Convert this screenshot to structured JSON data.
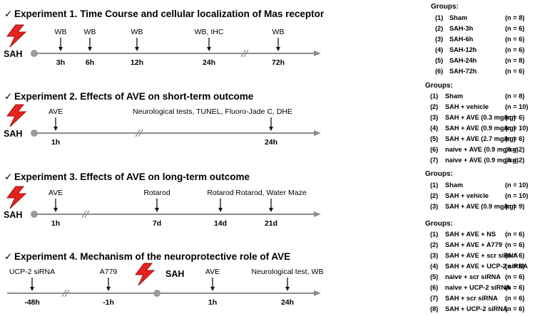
{
  "experiments": [
    {
      "title": "Experiment 1. Time Course and cellular localization of Mas receptor",
      "sah_label": "SAH",
      "timepoints": [
        {
          "label": "WB",
          "time": "3h"
        },
        {
          "label": "WB",
          "time": "6h"
        },
        {
          "label": "WB",
          "time": "12h"
        },
        {
          "label": "WB, IHC",
          "time": "24h"
        },
        {
          "label": "WB",
          "time": "72h"
        }
      ]
    },
    {
      "title": "Experiment 2. Effects of AVE on short-term outcome",
      "sah_label": "SAH",
      "timepoints": [
        {
          "label": "AVE",
          "time": "1h"
        },
        {
          "label": "Neurological tests, TUNEL, Fluoro-Jade C, DHE",
          "time": "24h"
        }
      ]
    },
    {
      "title": "Experiment 3. Effects of AVE on long-term outcome",
      "sah_label": "SAH",
      "timepoints": [
        {
          "label": "AVE",
          "time": "1h"
        },
        {
          "label": "Rotarod",
          "time": "7d"
        },
        {
          "label": "Rotarod",
          "time": "14d"
        },
        {
          "label": "Rotarod, Water Maze",
          "time": "21d"
        }
      ]
    },
    {
      "title": "Experiment 4. Mechanism of the neuroprotective role of AVE",
      "sah_label": "SAH",
      "timepoints": [
        {
          "label": "UCP-2 siRNA",
          "time": "-48h"
        },
        {
          "label": "A779",
          "time": "-1h"
        },
        {
          "label": "AVE",
          "time": "1h"
        },
        {
          "label": "Neurological test, WB",
          "time": "24h"
        }
      ]
    }
  ],
  "group_tables": [
    {
      "heading": "Groups:",
      "items": [
        {
          "num": "(1)",
          "name": "Sham",
          "n": "(n = 8)"
        },
        {
          "num": "(2)",
          "name": "SAH-3h",
          "n": "(n = 6)"
        },
        {
          "num": "(3)",
          "name": "SAH-6h",
          "n": "(n = 6)"
        },
        {
          "num": "(4)",
          "name": "SAH-12h",
          "n": "(n = 6)"
        },
        {
          "num": "(5)",
          "name": "SAH-24h",
          "n": "(n = 8)"
        },
        {
          "num": "(6)",
          "name": "SAH-72h",
          "n": "(n = 6)"
        }
      ]
    },
    {
      "heading": "Groups:",
      "items": [
        {
          "num": "(1)",
          "name": "Sham",
          "n": "(n = 8)"
        },
        {
          "num": "(2)",
          "name": "SAH + vehicle",
          "n": "(n = 10)"
        },
        {
          "num": "(3)",
          "name": "SAH + AVE (0.3 mg/kg)",
          "n": "(n = 6)"
        },
        {
          "num": "(4)",
          "name": "SAH + AVE (0.9 mg/kg)",
          "n": "(n = 10)"
        },
        {
          "num": "(5)",
          "name": "SAH + AVE (2.7 mg/kg)",
          "n": "(n = 6)"
        },
        {
          "num": "(6)",
          "name": "naive + AVE (0.9 mg/kg)",
          "n": "(n = 2)"
        },
        {
          "num": "(7)",
          "name": "naive + AVE (0.9 mg/kg)",
          "n": "(n = 2)"
        }
      ]
    },
    {
      "heading": "Groups:",
      "items": [
        {
          "num": "(1)",
          "name": "Sham",
          "n": "(n = 10)"
        },
        {
          "num": "(2)",
          "name": "SAH + vehicle",
          "n": "(n = 10)"
        },
        {
          "num": "(3)",
          "name": "SAH + AVE (0.9 mg/kg)",
          "n": "(n = 9)"
        }
      ]
    },
    {
      "heading": "Groups:",
      "items": [
        {
          "num": "(1)",
          "name": "SAH + AVE + NS",
          "n": "(n = 6)"
        },
        {
          "num": "(2)",
          "name": "SAH + AVE + A779",
          "n": "(n = 6)"
        },
        {
          "num": "(3)",
          "name": "SAH + AVE + scr siRNA",
          "n": "(n = 6)"
        },
        {
          "num": "(4)",
          "name": "SAH + AVE + UCP-2 siRNA",
          "n": "(n = 6)"
        },
        {
          "num": "(5)",
          "name": "naive + scr siRNA",
          "n": "(n = 6)"
        },
        {
          "num": "(6)",
          "name": "naive + UCP-2 siRNA",
          "n": "(n = 6)"
        },
        {
          "num": "(7)",
          "name": "SAH + scr siRNA",
          "n": "(n = 6)"
        },
        {
          "num": "(8)",
          "name": "SAH + UCP-2 siRNA",
          "n": "(n = 6)"
        }
      ]
    }
  ],
  "colors": {
    "timeline": "#8c8c8c",
    "dot": "#9a9a9a",
    "bolt": "#e8231d",
    "bolt_stroke": "#9e0d0d",
    "text": "#111111"
  },
  "icons": [
    "checkmark-icon",
    "lightning-bolt-icon",
    "break-mark-icon",
    "arrow-down-icon"
  ]
}
